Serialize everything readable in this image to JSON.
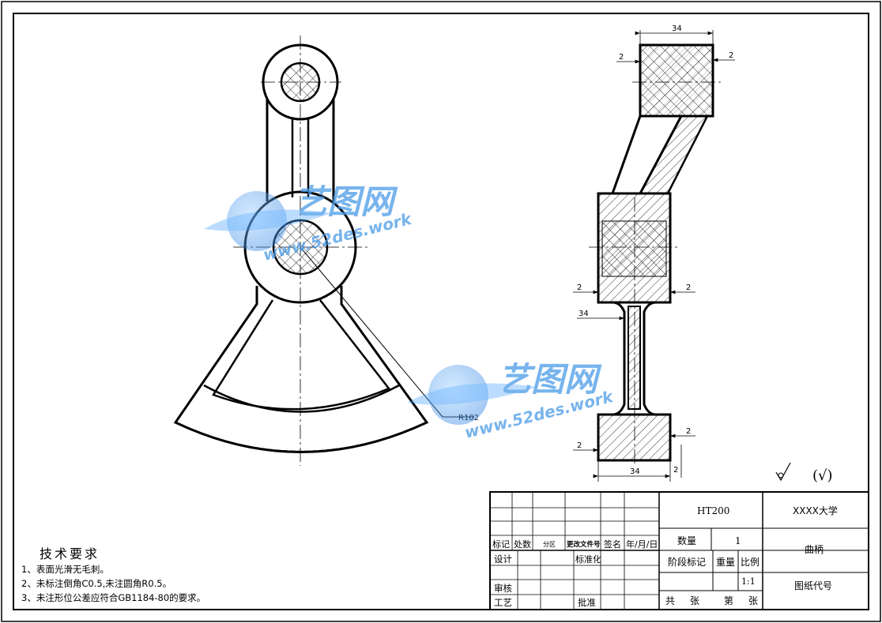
{
  "dimensions": {
    "top_width": "34",
    "top_left_gap": "2",
    "top_right_gap": "2",
    "mid_left_gap": "2",
    "mid_right_gap": "2",
    "mid_width": "34",
    "bottom_left_gap": "2",
    "bottom_right_gap": "2",
    "bottom_width": "34",
    "bottom_vertical": "2",
    "radius": "R102"
  },
  "surface_symbol": {
    "general": "(√)"
  },
  "tech_requirements": {
    "title": "技术要求",
    "items": [
      "1、表面光滑无毛刺。",
      "2、未标注倒角C0.5,未注圆角R0.5。",
      "3、未注形位公差应符合GB1184-80的要求。"
    ]
  },
  "title_block": {
    "material": "HT200",
    "school": "XXXX大学",
    "part_name": "曲柄",
    "drawing_code": "图纸代号",
    "quantity_label": "数量",
    "quantity_value": "1",
    "stage_label": "阶段标记",
    "weight_label": "重量",
    "scale_label": "比例",
    "scale_value": "1:1",
    "sheets_total": "共",
    "sheets_unit1": "张",
    "sheet_no": "第",
    "sheets_unit2": "张",
    "rev_headers": [
      "标记",
      "处数",
      "分区",
      "更改文件号",
      "签名",
      "年/月/日"
    ],
    "designer": "设计",
    "standardization": "标准化",
    "checker": "审核",
    "process": "工艺",
    "approval": "批准"
  },
  "watermark": {
    "brand": "艺图网",
    "url": "www.52des.work"
  }
}
